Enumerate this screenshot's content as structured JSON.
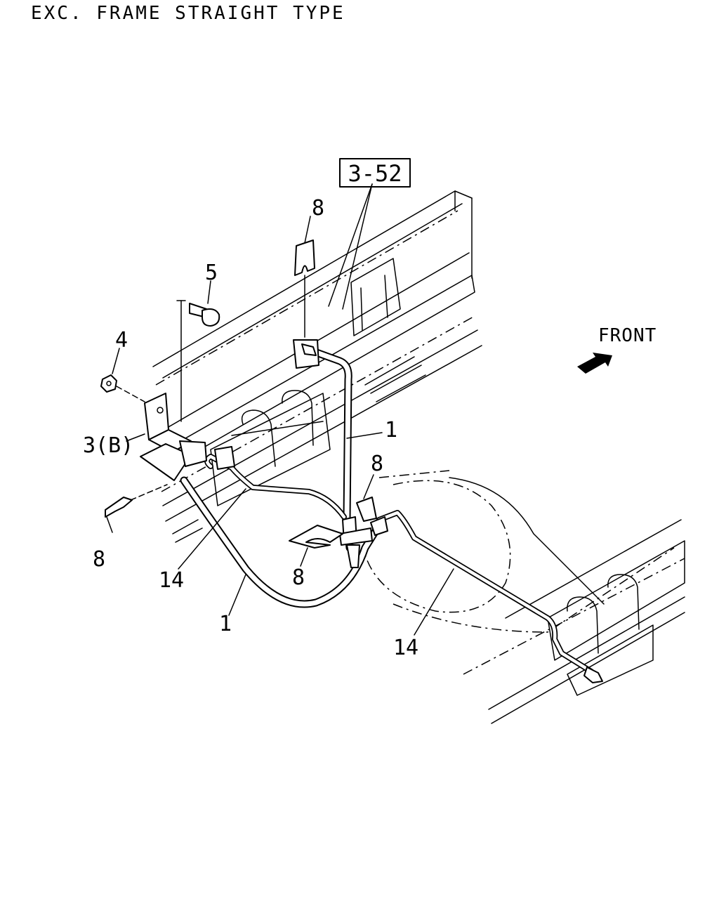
{
  "title": "EXC. FRAME STRAIGHT TYPE",
  "ref_box": "3-52",
  "direction_label": "FRONT",
  "callouts": {
    "pipe_front": "1",
    "pipe_loop": "1",
    "bracket": "3(B)",
    "nut": "4",
    "bolt": "5",
    "clip_top": "8",
    "clip_left": "8",
    "clip_center": "8",
    "clip_right": "8",
    "tube_left": "14",
    "tube_right": "14"
  },
  "icons": {
    "direction": "front-arrow-icon"
  }
}
